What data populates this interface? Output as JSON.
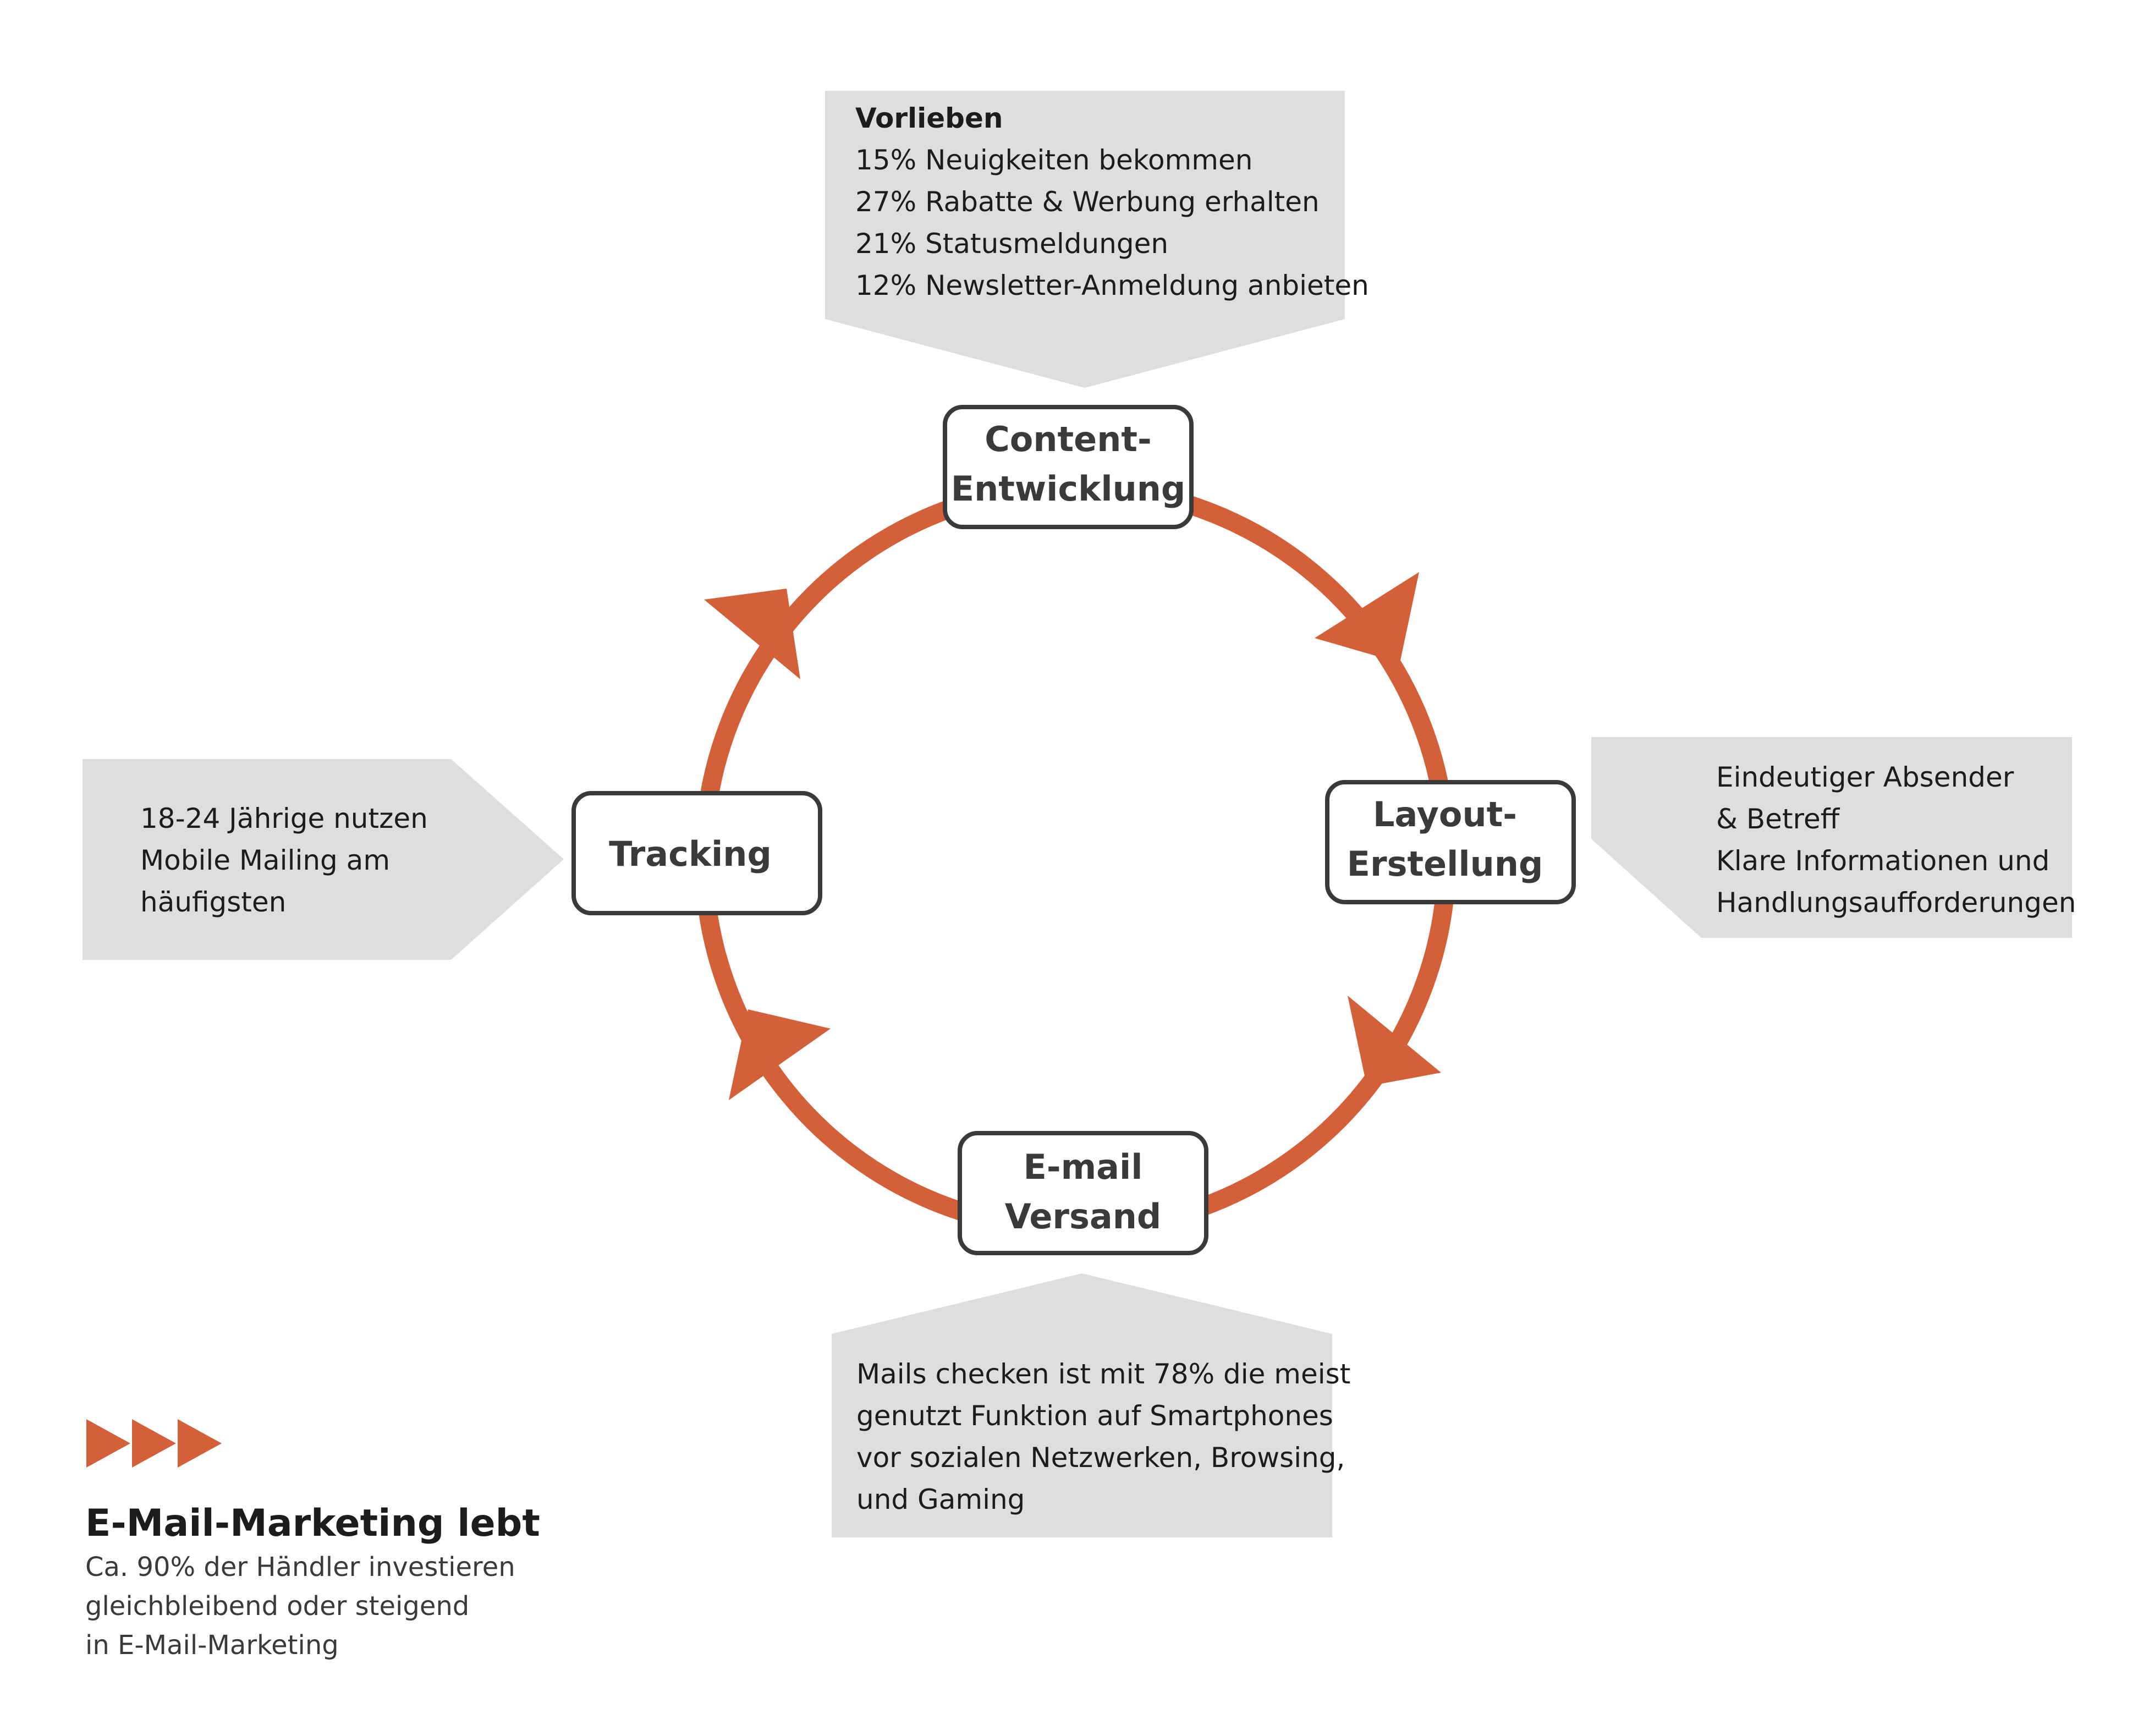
{
  "colors": {
    "accent": "#d4603a",
    "callout_bg": "#dedede",
    "node_border": "#3a3a3a",
    "text": "#1c1c1c"
  },
  "nodes": {
    "content": {
      "line1": "Content-",
      "line2": "Entwicklung"
    },
    "layout": {
      "line1": "Layout-",
      "line2": "Erstellung"
    },
    "versand": {
      "line1": "E-mail",
      "line2": "Versand"
    },
    "tracking": {
      "line1": "Tracking"
    }
  },
  "callouts": {
    "top": {
      "title": "Vorlieben",
      "lines": [
        "15% Neuigkeiten bekommen",
        "27% Rabatte & Werbung erhalten",
        "21% Statusmeldungen",
        "12% Newsletter-Anmeldung anbieten"
      ]
    },
    "right": {
      "lines": [
        "Eindeutiger Absender",
        "& Betreff",
        "Klare Informationen und",
        "Handlungsaufforderungen"
      ]
    },
    "bottom": {
      "lines": [
        "Mails checken ist mit 78% die meist",
        "genutzt Funktion auf Smartphones",
        "vor sozialen Netzwerken, Browsing,",
        "und Gaming"
      ]
    },
    "left": {
      "lines": [
        "18-24 Jährige nutzen",
        "Mobile Mailing am",
        "häufigsten"
      ]
    }
  },
  "footer": {
    "title": "E-Mail-Marketing lebt",
    "lines": [
      "Ca. 90% der Händler investieren",
      "gleichbleibend oder steigend",
      "in E-Mail-Marketing"
    ]
  }
}
